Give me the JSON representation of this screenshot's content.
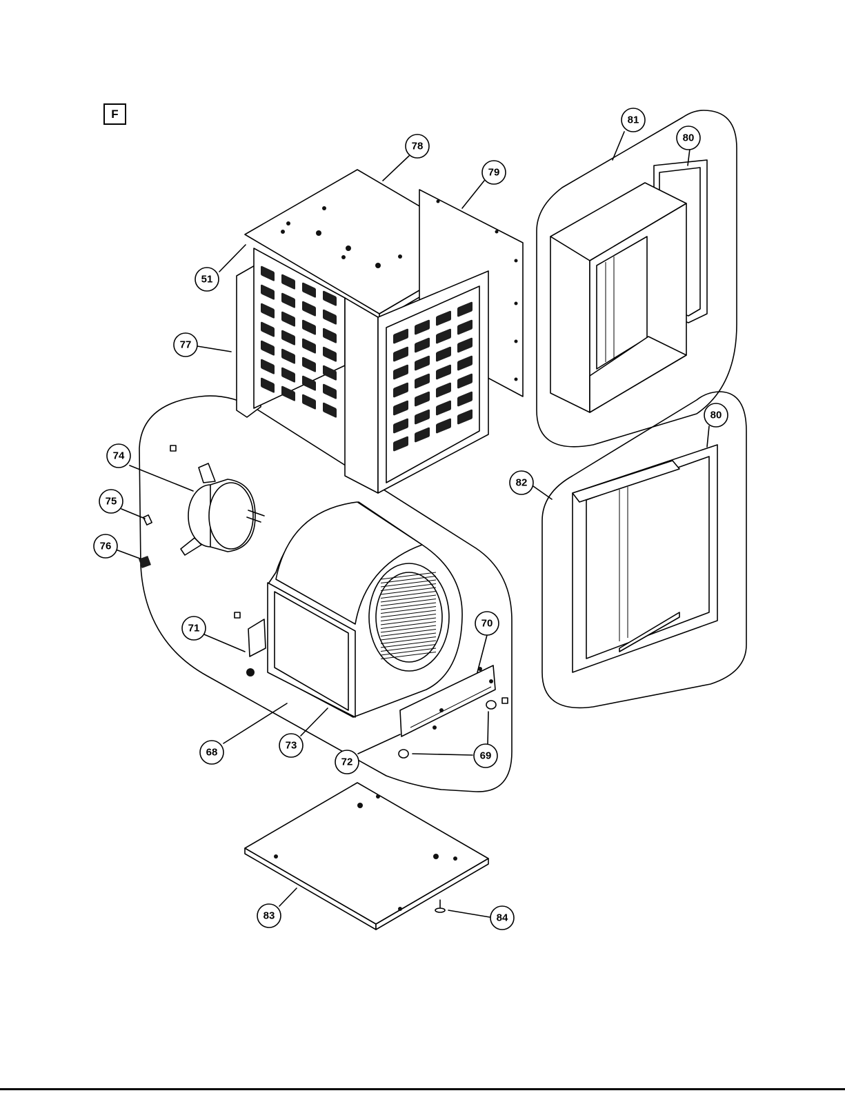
{
  "figure": {
    "section_label": "F",
    "callouts": [
      {
        "id": "51",
        "text": "51"
      },
      {
        "id": "68",
        "text": "68"
      },
      {
        "id": "69",
        "text": "69"
      },
      {
        "id": "70",
        "text": "70"
      },
      {
        "id": "71",
        "text": "71"
      },
      {
        "id": "72",
        "text": "72"
      },
      {
        "id": "73",
        "text": "73"
      },
      {
        "id": "74",
        "text": "74"
      },
      {
        "id": "75",
        "text": "75"
      },
      {
        "id": "76",
        "text": "76"
      },
      {
        "id": "77",
        "text": "77"
      },
      {
        "id": "78",
        "text": "78"
      },
      {
        "id": "79",
        "text": "79"
      },
      {
        "id": "80a",
        "text": "80"
      },
      {
        "id": "80b",
        "text": "80"
      },
      {
        "id": "81",
        "text": "81"
      },
      {
        "id": "82",
        "text": "82"
      },
      {
        "id": "83",
        "text": "83"
      },
      {
        "id": "84",
        "text": "84"
      }
    ]
  }
}
